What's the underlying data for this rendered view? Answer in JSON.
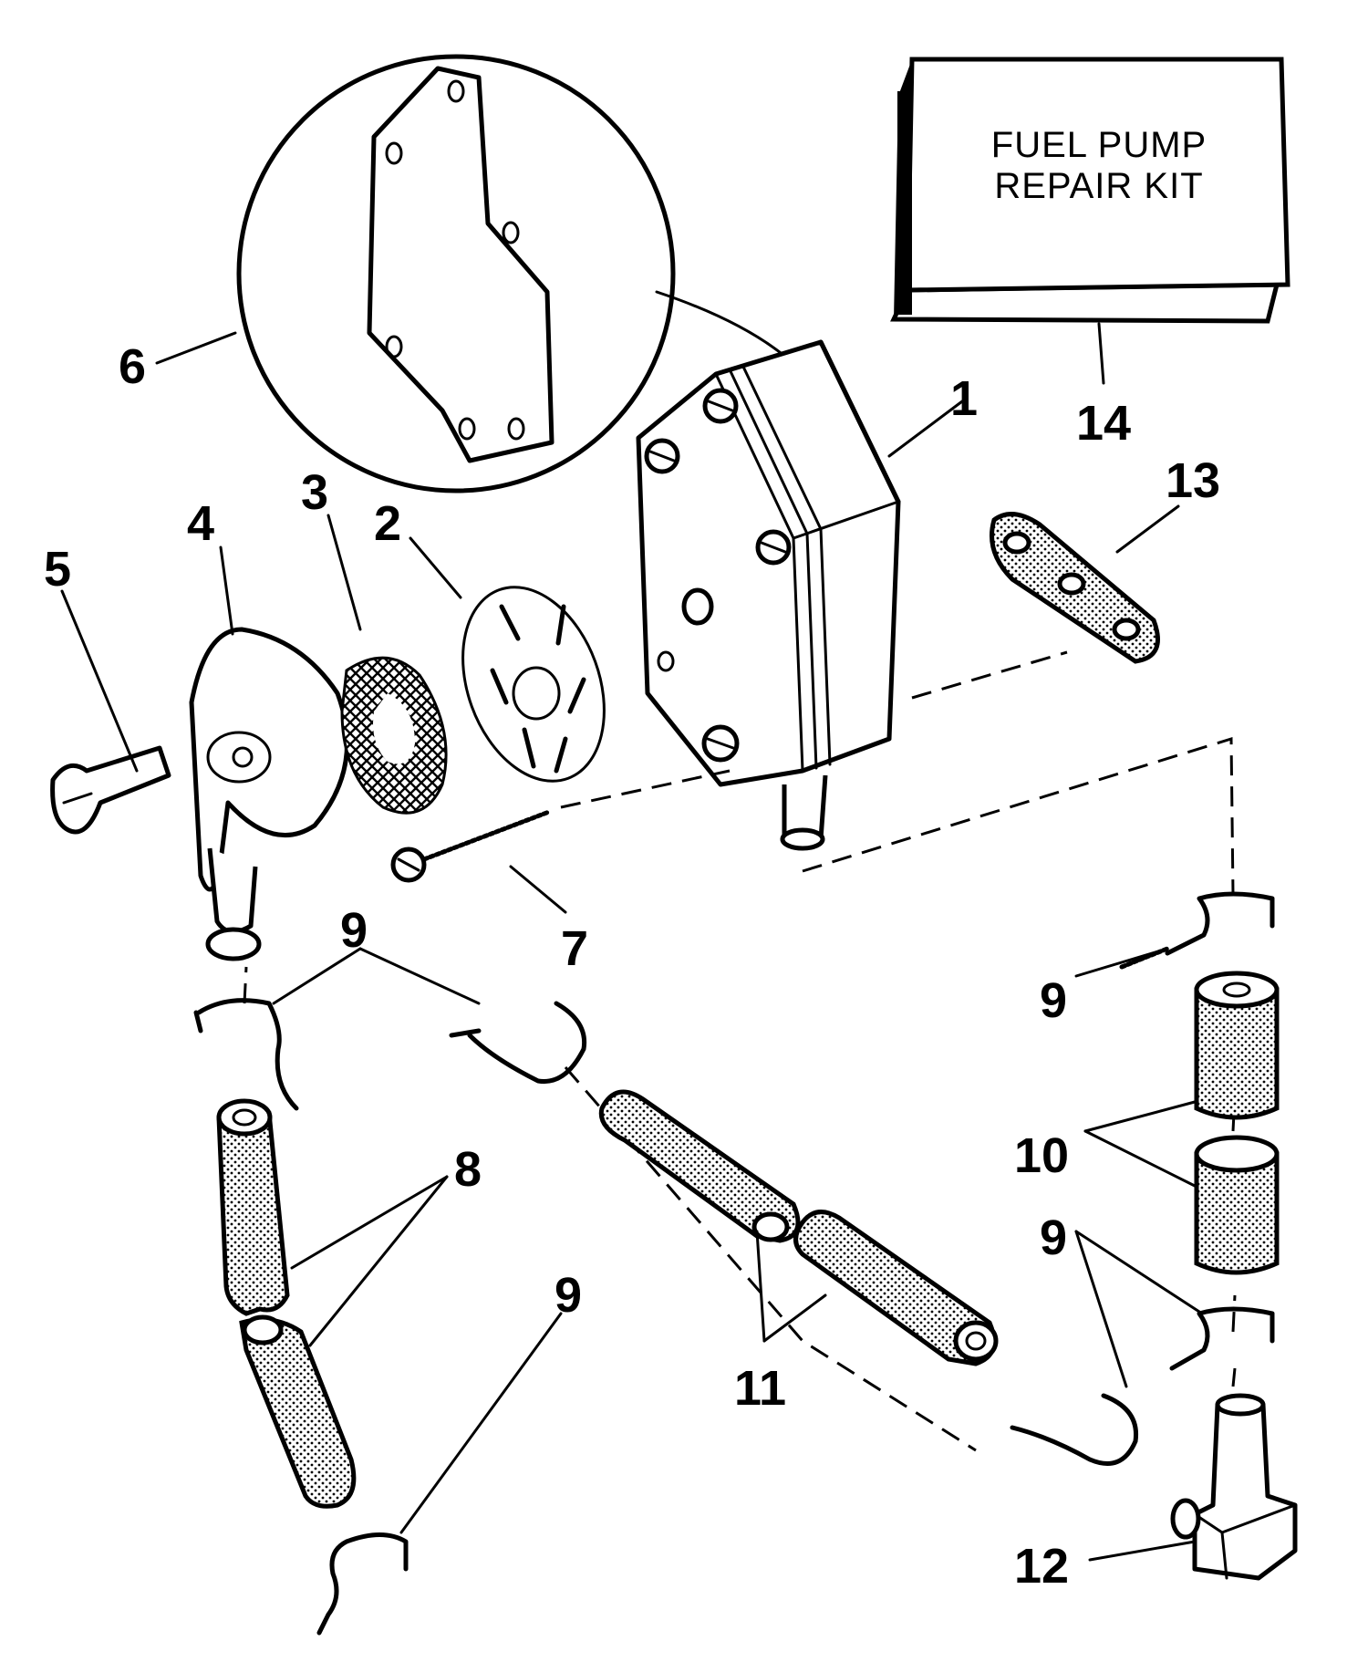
{
  "kit_box": {
    "line1": "FUEL PUMP",
    "line2": "REPAIR KIT"
  },
  "callouts": {
    "c1": "1",
    "c2": "2",
    "c3": "3",
    "c4": "4",
    "c5": "5",
    "c6": "6",
    "c7": "7",
    "c8": "8",
    "c9a": "9",
    "c9b": "9",
    "c9c": "9",
    "c9d": "9",
    "c10": "10",
    "c11": "11",
    "c12": "12",
    "c13": "13",
    "c14": "14"
  },
  "colors": {
    "ink": "#000000",
    "paper": "#ffffff"
  }
}
